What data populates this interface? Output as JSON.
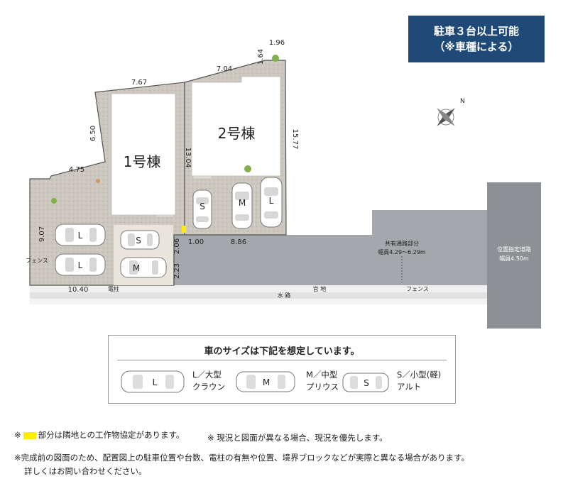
{
  "badge": {
    "line1": "駐車３台以上可能",
    "line2": "（※車種による）"
  },
  "buildings": {
    "b1": "1号棟",
    "b2": "2号棟"
  },
  "dimensions": {
    "top_left": "7.67",
    "top_mid": "7.04",
    "top_right_v": "1.64",
    "top_right_h": "1.96",
    "left_upper": "6.50",
    "left_step": "4.75",
    "left_lower": "9.07",
    "bottom_left": "10.40",
    "right_side": "15.77",
    "center_v": "13.04",
    "road_gap": "1.00",
    "road_width_total": "8.86",
    "road_v1": "2.06",
    "road_v2": "2.23"
  },
  "labels": {
    "shared_road_1": "共有通路部分",
    "shared_road_2": "幅員4.29～6.29m",
    "designated_road_1": "位置指定道路",
    "designated_road_2": "幅員4.50m",
    "fence_left": "フェンス",
    "fence_right": "フェンス",
    "pole": "電柱",
    "state_land": "官 地",
    "waterway": "水 路"
  },
  "cars": {
    "large": "L",
    "medium": "M",
    "small": "S"
  },
  "compass": {
    "north": "N"
  },
  "legend": {
    "title": "車のサイズは下記を想定しています。",
    "items": [
      {
        "code": "L",
        "size": "L／大型",
        "model": "クラウン"
      },
      {
        "code": "M",
        "size": "M／中型",
        "model": "プリウス"
      },
      {
        "code": "S",
        "size": "S／小型(軽)",
        "model": "アルト"
      }
    ]
  },
  "notes": {
    "n1_prefix": "※",
    "n1_text": "部分は隣地との工作物協定があります。",
    "n2": "※ 現況と図面が異なる場合、現況を優先します。",
    "n3": "※完成前の図面のため、配置図上の駐車位置や台数、電柱の有無や位置、境界ブロックなどが実際と異なる場合があります。",
    "n4": "詳しくはお問い合わせください。"
  },
  "colors": {
    "badge": "#1f4a78",
    "road": "#a4a7ab",
    "designated_road": "#8d9094",
    "lot": "#cfcac1",
    "highlight": "#ffee00"
  }
}
